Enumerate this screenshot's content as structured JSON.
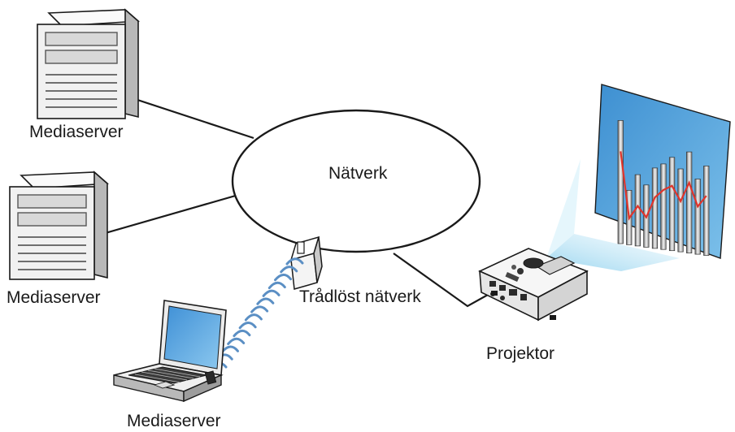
{
  "labels": {
    "server_top": "Mediaserver",
    "server_middle": "Mediaserver",
    "laptop": "Mediaserver",
    "network": "Nätverk",
    "wireless": "Trådlöst nätverk",
    "projector": "Projektor"
  },
  "colors": {
    "line": "#1a1a1a",
    "server_body": "#f1f1f1",
    "server_shade": "#9a9a9a",
    "laptop_screen": "#5da7de",
    "wave": "#5b8fc4",
    "screen_panel": "#5aa6dd",
    "beam": "#bfe6f6",
    "chart_red": "#e0342b"
  },
  "icons": {
    "server": "server-tower-icon",
    "laptop": "laptop-icon",
    "access_point": "wireless-access-point-icon",
    "projector": "projector-icon",
    "screen": "projection-screen-icon"
  },
  "chart_data": {
    "type": "bar",
    "categories": [
      "",
      "",
      "",
      "",
      "",
      "",
      "",
      "",
      "",
      "",
      ""
    ],
    "values": [
      0.95,
      0.42,
      0.55,
      0.48,
      0.62,
      0.66,
      0.72,
      0.64,
      0.78,
      0.58,
      0.69
    ],
    "overlay_line": [
      0.3,
      0.24,
      0.31,
      0.33,
      0.27,
      0.2,
      0.25,
      0.33,
      0.3,
      0.23,
      0.28
    ],
    "title": "",
    "xlabel": "",
    "ylabel": ""
  }
}
